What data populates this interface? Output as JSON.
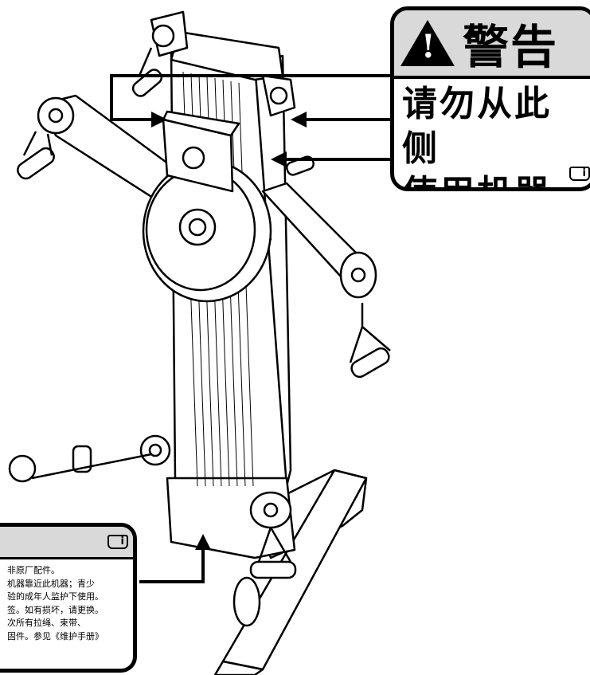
{
  "warning_top": {
    "symbol": "!",
    "title": "警告",
    "line1": "请勿从此侧",
    "line2": "使用机器",
    "info_icon": "i"
  },
  "warning_bottom": {
    "info_icon": "i",
    "lines": [
      "非原厂配件。",
      "机器靠近此机器；青少",
      "验的成年人监护下使用。",
      "签。如有损坏，请更换。",
      "次所有拉绳、束带、",
      "固件。参见《维护手册》"
    ]
  },
  "colors": {
    "outline": "#000000",
    "label_header": "#d9d9d9",
    "background": "#ffffff"
  }
}
